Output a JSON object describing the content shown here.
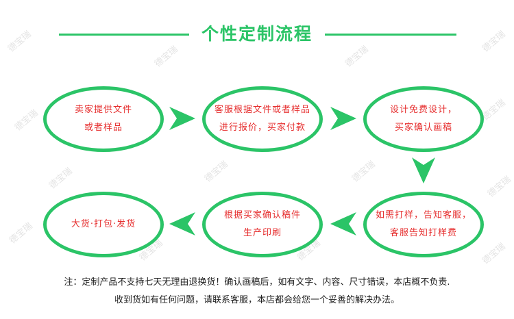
{
  "title": "个性定制流程",
  "watermark_text": "德宝瑞",
  "colors": {
    "accent": "#2bc467",
    "step_text": "#e62e2e"
  },
  "steps": [
    {
      "line1": "卖家提供文件",
      "line2": "或者样品"
    },
    {
      "line1": "客服根据文件或者样品",
      "line2": "进行报价，买家付款"
    },
    {
      "line1": "设计免费设计，",
      "line2": "买家确认画稿"
    },
    {
      "line1": "如需打样，告知客服，",
      "line2": "客服告知打样费"
    },
    {
      "line1": "根据买家确认稿件",
      "line2": "生产印刷"
    },
    {
      "line1": "大货·打包·发货",
      "line2": ""
    }
  ],
  "notes": {
    "line1": "注：定制产品不支持七天无理由退换货！确认画稿后，如有文字、内容、尺寸错误，本店概不负责.",
    "line2": "收到货如有任何问题，请联系客服，本店都会给您一个妥善的解决办法。"
  }
}
